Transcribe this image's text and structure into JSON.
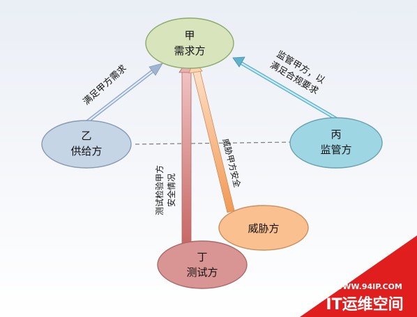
{
  "nodes": {
    "jia": {
      "line1": "甲",
      "line2": "需求方",
      "fill": "#d7e4bc",
      "stroke": "#8ea86a"
    },
    "yi": {
      "line1": "乙",
      "line2": "供给方",
      "fill": "#c6d5e6",
      "stroke": "#8799b2"
    },
    "bing": {
      "line1": "丙",
      "line2": "监管方",
      "fill": "#9fd6e4",
      "stroke": "#6aa1b1"
    },
    "ding": {
      "line1": "丁",
      "line2": "测试方",
      "fill": "#d99594",
      "stroke": "#a96a69"
    },
    "threat": {
      "line1": "威胁方",
      "fill": "#fbc08f",
      "stroke": "#c98f5e"
    }
  },
  "edges": {
    "yi_to_jia": {
      "label": "满足甲方需求"
    },
    "bing_to_jia": {
      "label_line1": "监管甲方，以",
      "label_line2": "满足合规要求"
    },
    "ding_to_jia": {
      "label_line1": "测试检验甲方",
      "label_line2": "安全情况"
    },
    "threat_to_jia": {
      "label": "威胁甲方安全"
    }
  },
  "colors": {
    "background_top": "#eef1f6",
    "background_bottom": "#ffffff",
    "arrow_blue": "#b7c9df",
    "arrow_teal": "#8fd0df",
    "arrow_red": "#dd8a88",
    "arrow_orange": "#f7b88a",
    "dash_line": "#7b7b7b"
  },
  "watermark": {
    "url": "WWW.94IP.COM",
    "name": "IT运维空间",
    "color": "#e01e1e"
  }
}
